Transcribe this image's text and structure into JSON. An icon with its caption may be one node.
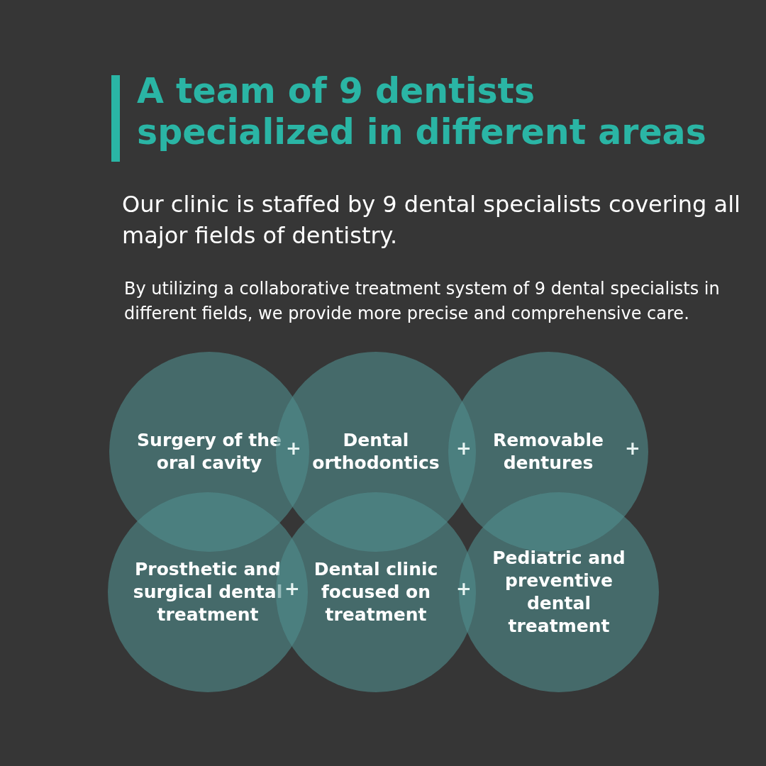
{
  "diagram": {
    "title": "A team of 9 dentists specialized in different areas",
    "nodes": [
      {
        "text": [
          "Surgery of the oral cavity"
        ]
      },
      {
        "text": [
          "Dental orthodontics"
        ]
      },
      {
        "text": [
          "Removable dentures"
        ]
      },
      {
        "text": [
          "Prosthetic and surgical dental treatment"
        ]
      },
      {
        "text": [
          "Dental clinic focused on treatment"
        ]
      },
      {
        "text": [
          "Pediatric and preventive dental treatment"
        ]
      }
    ],
    "edges": [],
    "labels": [
      "Our clinic is staffed by 9 dental specialists covering all major fields of dentistry.",
      "By utilizing a collaborative treatment system of 9 dental specialists in different fields, we provide more precise and comprehensive care.",
      "+",
      "+",
      "+",
      "+",
      "+"
    ]
  }
}
